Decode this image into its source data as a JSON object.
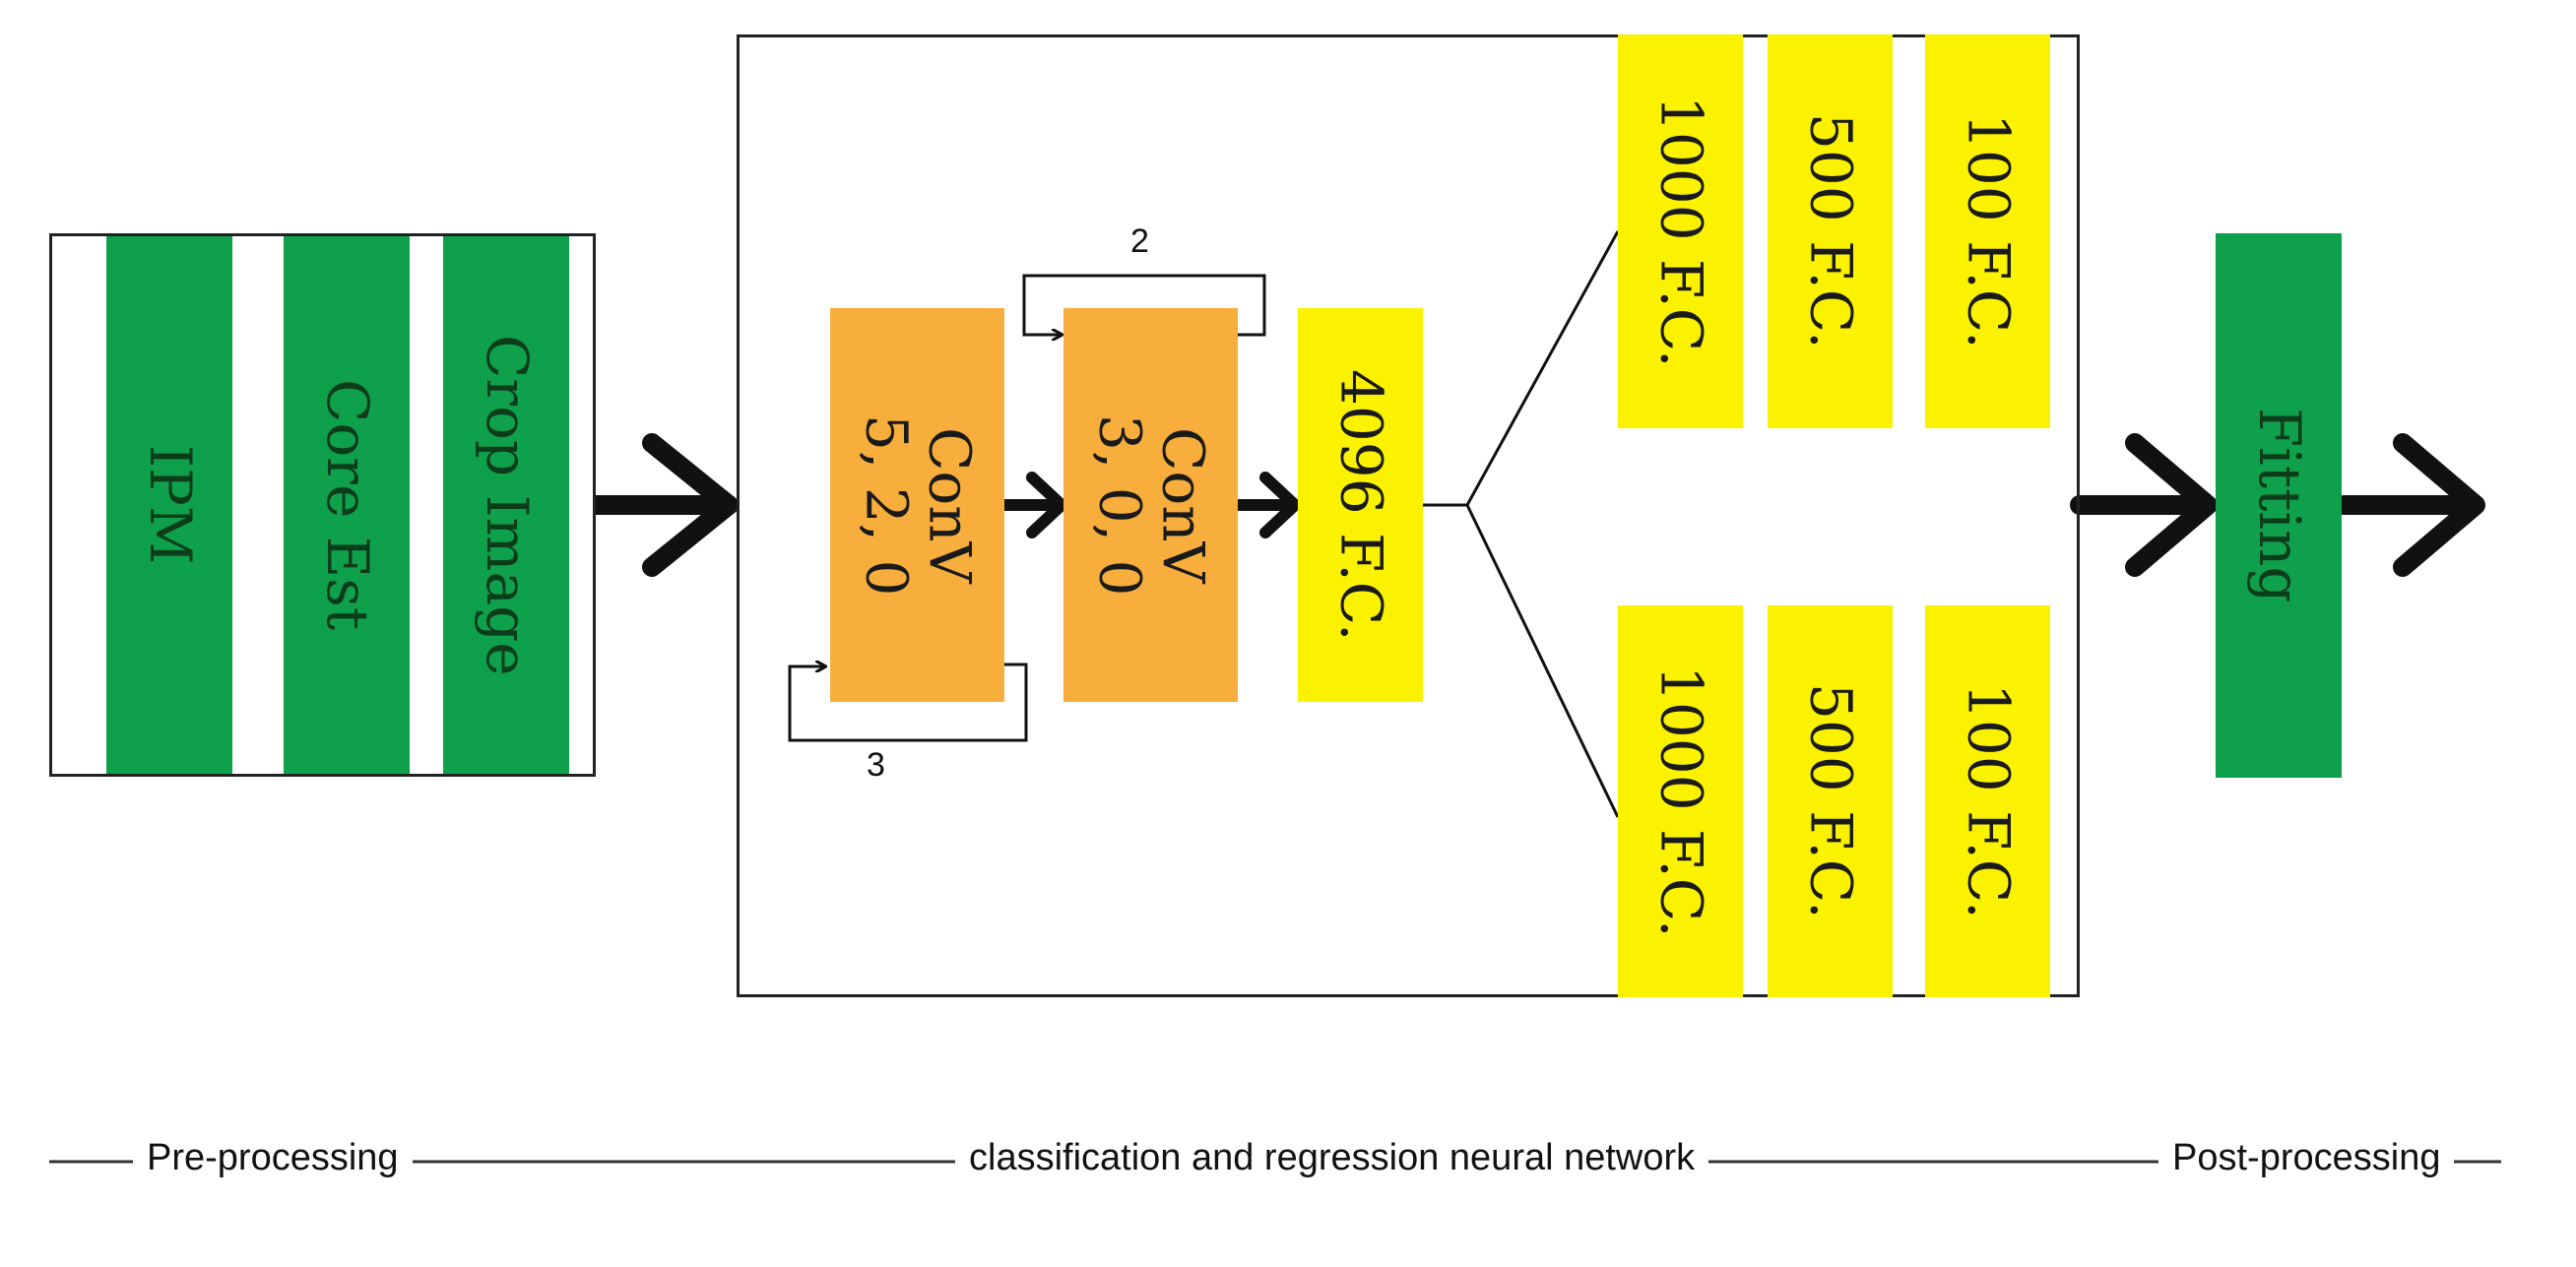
{
  "colors": {
    "green": "#0fa04c",
    "orange": "#f8ae3c",
    "yellow": "#fbf200",
    "line": "#111111"
  },
  "preprocessing": {
    "blocks": [
      "IPM",
      "Core Est",
      "Crop Image"
    ]
  },
  "network": {
    "conv1": {
      "label": "ConV\n5, 2, 0",
      "repeat": "3"
    },
    "conv2": {
      "label": "ConV\n3, 0, 0",
      "repeat": "2"
    },
    "fc_main": "4096 F.C.",
    "branch_top": [
      "1000 F.C.",
      "500 F.C.",
      "100 F.C."
    ],
    "branch_bottom": [
      "1000 F.C.",
      "500 F.C.",
      "100 F.C."
    ]
  },
  "postprocessing": {
    "block": "Fitting"
  },
  "stages": {
    "pre": "Pre-processing",
    "network": "classification and regression neural network",
    "post": "Post-processing"
  }
}
